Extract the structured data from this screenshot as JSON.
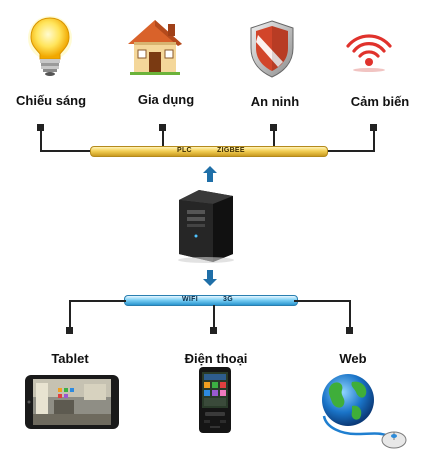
{
  "devices_top": [
    {
      "label": "Chiếu sáng",
      "icon": "light-bulb-icon"
    },
    {
      "label": "Gia dụng",
      "icon": "house-icon"
    },
    {
      "label": "An ninh",
      "icon": "shield-icon"
    },
    {
      "label": "Cảm biến",
      "icon": "sensor-waves-icon"
    }
  ],
  "bus_top": {
    "protocols": [
      "PLC",
      "ZIGBEE"
    ],
    "color": "#f3cf55"
  },
  "server": {
    "icon": "server-tower-icon"
  },
  "bus_bottom": {
    "protocols": [
      "WIFI",
      "3G"
    ],
    "color": "#7cd0f5"
  },
  "devices_bottom": [
    {
      "label": "Tablet",
      "icon": "tablet-icon"
    },
    {
      "label": "Điện thoại",
      "icon": "phone-icon"
    },
    {
      "label": "Web",
      "icon": "globe-mouse-icon"
    }
  ],
  "arrow_color": "#1f6fa8"
}
